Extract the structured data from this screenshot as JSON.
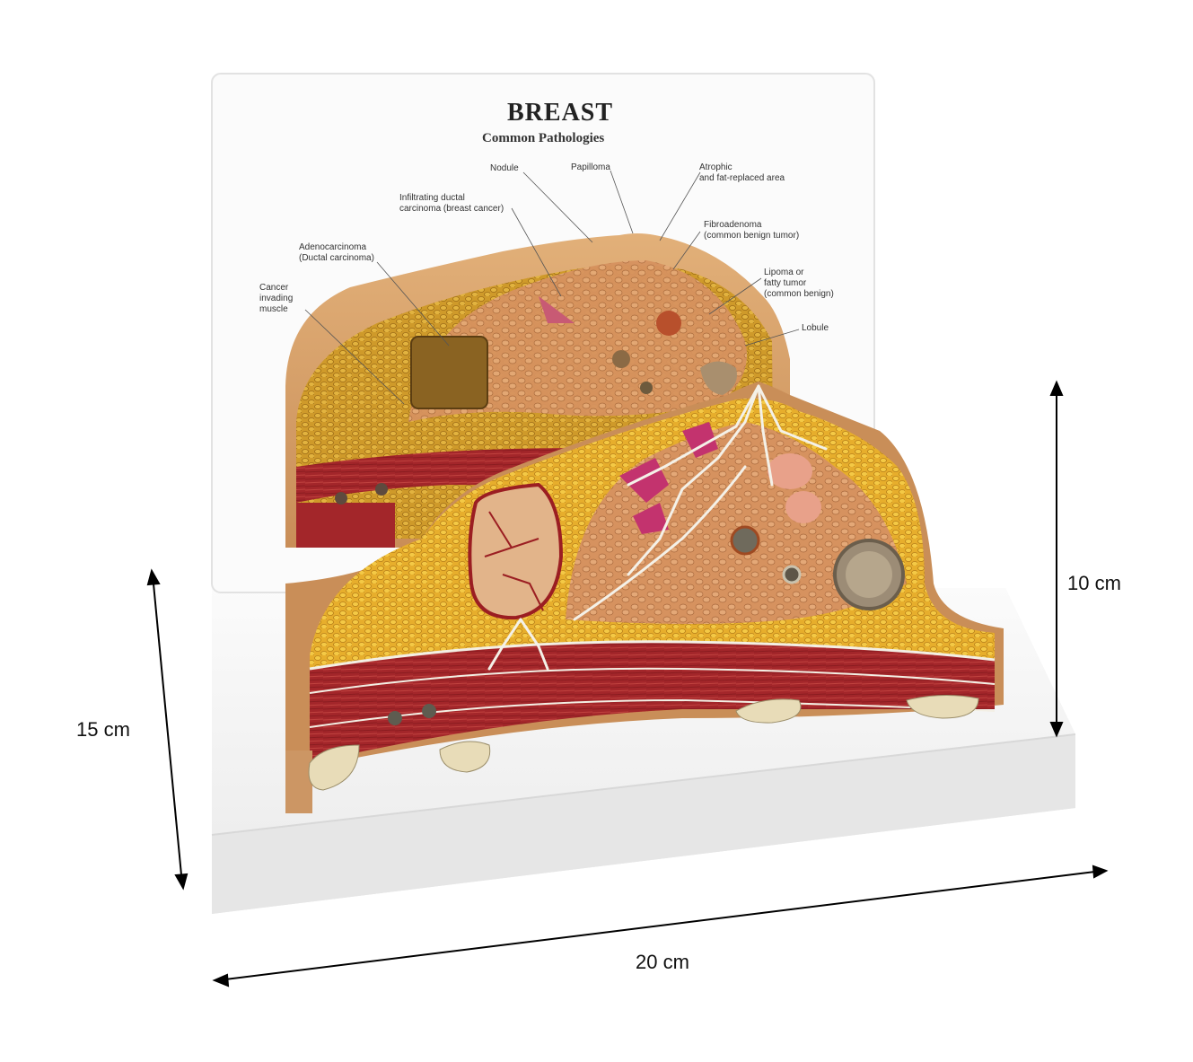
{
  "board": {
    "title": "BREAST",
    "subtitle": "Common Pathologies"
  },
  "callouts": {
    "nodule": "Nodule",
    "papilloma": "Papilloma",
    "atrophic": "Atrophic\nand fat-replaced area",
    "infiltrating": "Infiltrating ductal\ncarcinoma (breast cancer)",
    "fibroadenoma": "Fibroadenoma\n(common benign tumor)",
    "adenocarcinoma": "Adenocarcinoma\n(Ductal carcinoma)",
    "lipoma": "Lipoma or\nfatty tumor\n(common benign)",
    "cancer_muscle": "Cancer\ninvading\nmuscle",
    "lobule": "Lobule"
  },
  "dimensions": {
    "height": "10 cm",
    "depth": "15 cm",
    "width": "20 cm"
  },
  "colors": {
    "skin": "#d9a26b",
    "fat": "#e9b332",
    "muscle": "#a8282a",
    "gland": "#d99a6a",
    "tumor_pink": "#c3336e",
    "base": "#f3f3f3"
  }
}
